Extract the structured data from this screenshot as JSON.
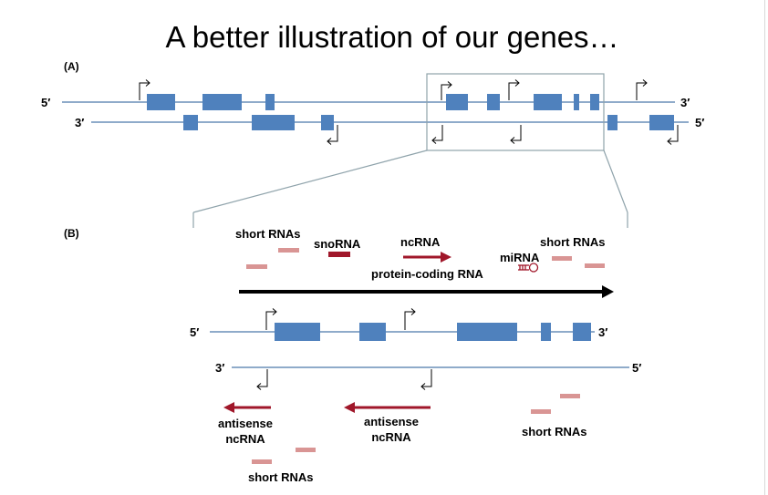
{
  "title": "A better illustration of our genes…",
  "panel_a": {
    "label": "(A)",
    "top_left": "5′",
    "top_right": "3′",
    "bottom_left": "3′",
    "bottom_right": "5′"
  },
  "panel_b": {
    "label": "(B)",
    "top_left": "5′",
    "top_right": "3′",
    "bottom_left": "3′",
    "bottom_right": "5′",
    "short_rnas_1": "short RNAs",
    "snorna": "snoRNA",
    "ncrna": "ncRNA",
    "mirna": "miRNA",
    "short_rnas_2": "short RNAs",
    "protein_coding": "protein-coding RNA",
    "antisense_1_line1": "antisense",
    "antisense_1_line2": "ncRNA",
    "antisense_2_line1": "antisense",
    "antisense_2_line2": "ncRNA",
    "short_rnas_3": "short RNAs",
    "short_rnas_4": "short RNAs"
  },
  "colors": {
    "exon": "#4f81bd",
    "strand": "#6a8fb8",
    "short_rna": "#d99594",
    "ncrna_arrow": "#a0172a",
    "zoom_box": "#8fa3ab"
  }
}
